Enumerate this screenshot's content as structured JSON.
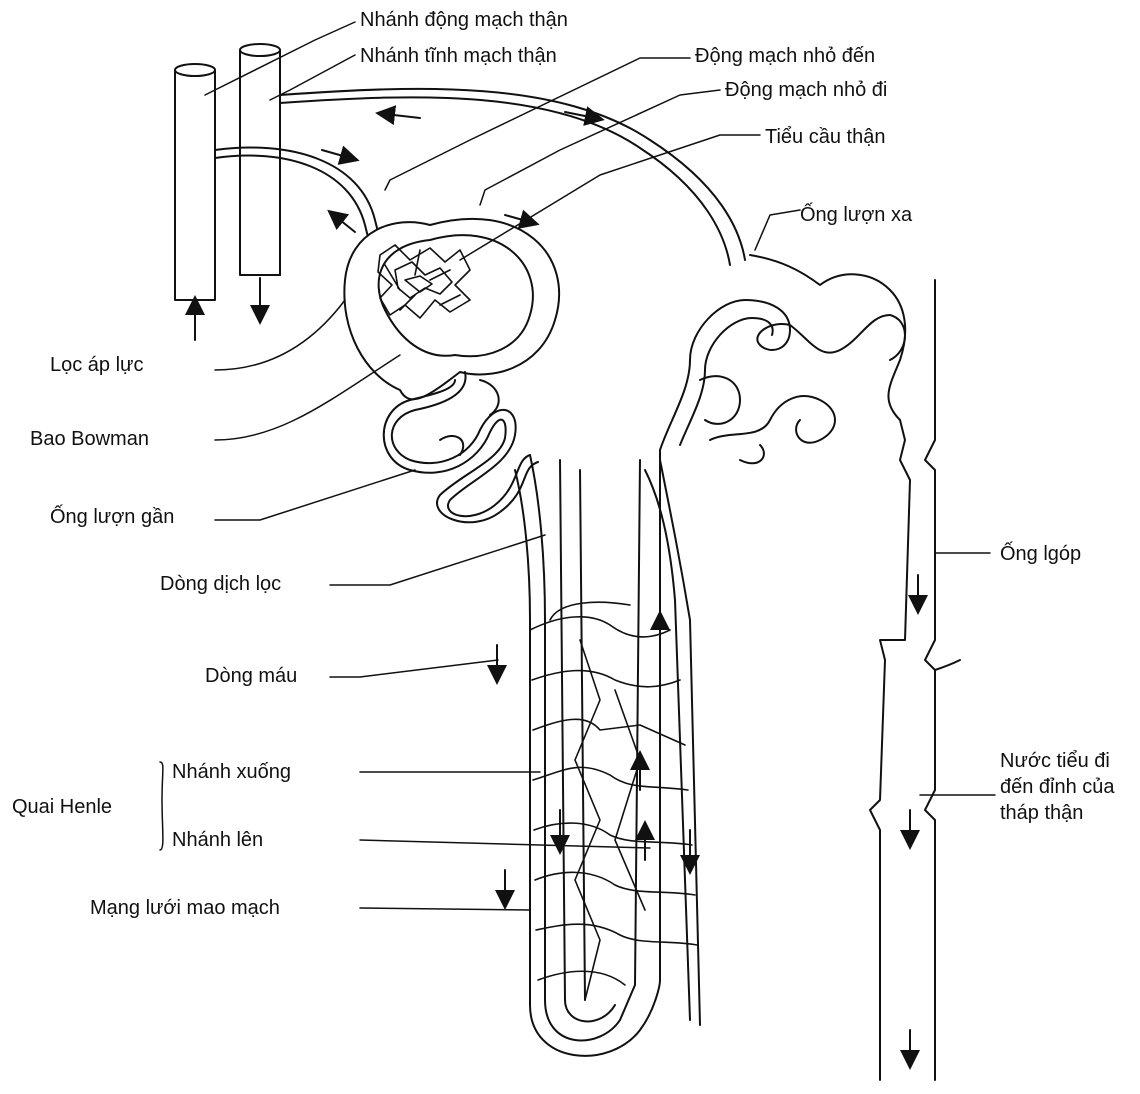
{
  "labels": {
    "renal_artery_branch": "Nhánh động mạch thận",
    "renal_vein_branch": "Nhánh tĩnh mạch thận",
    "afferent_arteriole": "Động mạch nhỏ đến",
    "efferent_arteriole": "Động mạch nhỏ đi",
    "glomerulus": "Tiểu cầu thận",
    "distal_tubule": "Ống lượn xa",
    "pressure_filtration": "Lọc áp lực",
    "bowman_capsule": "Bao Bowman",
    "proximal_tubule": "Ống lượn gần",
    "filtrate_flow": "Dòng dịch lọc",
    "blood_flow": "Dòng máu",
    "collecting_duct": "Ống lgóp",
    "loop_of_henle": "Quai Henle",
    "descending_limb": "Nhánh xuống",
    "ascending_limb": "Nhánh lên",
    "urine_to_papilla": "Nước tiểu đi đến đỉnh của tháp thận",
    "capillary_network": "Mạng lưới mao mạch"
  }
}
